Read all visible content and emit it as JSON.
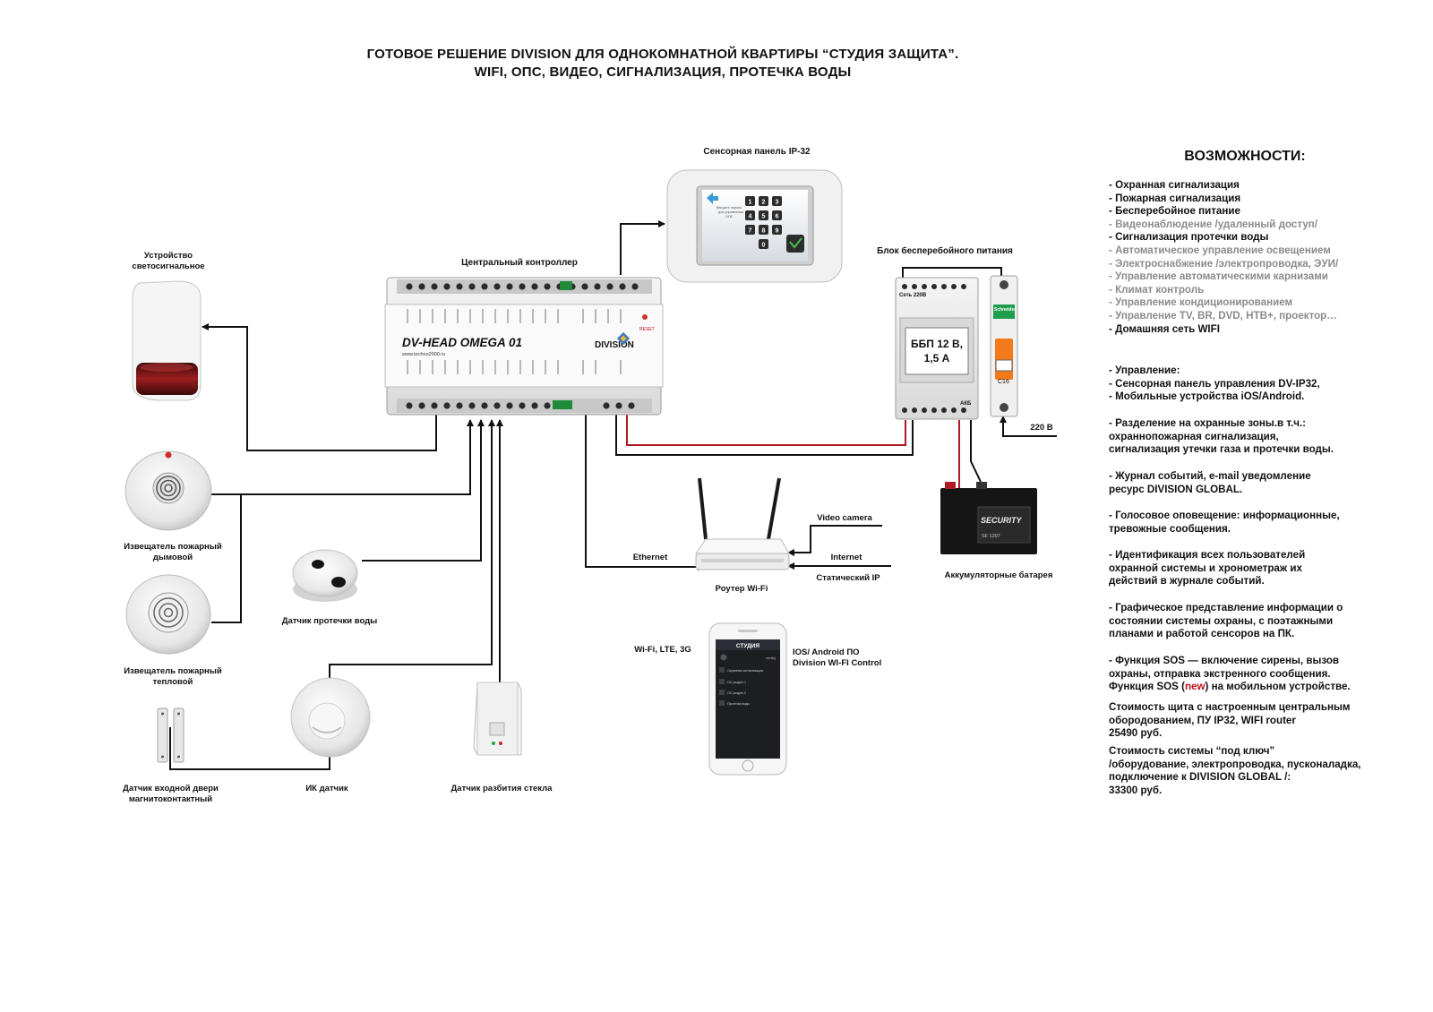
{
  "title": {
    "line1": "ГОТОВОЕ РЕШЕНИЕ DIVISION ДЛЯ ОДНОКОМНАТНОЙ КВАРТИРЫ   “СТУДИЯ ЗАЩИТА”.",
    "line2": "WIFI, ОПС, ВИДЕО, СИГНАЛИЗАЦИЯ, ПРОТЕЧКА ВОДЫ"
  },
  "devices": {
    "touch_panel": "Сенсорная панель IP-32",
    "controller": "Центральный контроллер",
    "ups": "Блок бесперебойного питания",
    "siren_l1": "Устройство",
    "siren_l2": "светосигнальное",
    "smoke_l1": "Извещатель пожарный",
    "smoke_l2": "дымовой",
    "heat_l1": "Извещатель пожарный",
    "heat_l2": "тепловой",
    "water": "Датчик протечки воды",
    "door_l1": "Датчик входной двери",
    "door_l2": "магнитоконтактный",
    "ir": "ИК датчик",
    "glass": "Датчик разбития стекла",
    "router": "Роутер Wi-Fi",
    "battery": "Аккумуляторные батарея"
  },
  "connections": {
    "ethernet": "Ethernet",
    "video_camera": "Video camera",
    "internet": "Internet",
    "static_ip": "Статический IP",
    "mains": "220 В",
    "wifi": "Wi-Fi, LTE, 3G",
    "app_l1": "IOS/ Android          ПО",
    "app_l2": "Division WI-FI Control"
  },
  "controller_face": {
    "model": "DV-HEAD OMEGA 01",
    "url": "www.techno2000.ru",
    "brand": "DIVISION",
    "reset": "RESET"
  },
  "ups_face": {
    "lcd_l1": "ББП 12 В,",
    "lcd_l2": "1,5 А",
    "net": "Сеть 220В",
    "akb": "АКБ",
    "breaker_brand": "Schneider",
    "breaker_rating": "C16"
  },
  "battery_face": {
    "brand": "SECURITY",
    "model": "SF 1207"
  },
  "touch_screen": {
    "hint": "Введите пароль для управления ОПС",
    "keys": [
      "1",
      "2",
      "3",
      "4",
      "5",
      "6",
      "7",
      "8",
      "9",
      "0"
    ]
  },
  "phone_app": {
    "title": "СТУДИЯ",
    "config": "config",
    "items": [
      "Охранная сигнализация",
      "ОС раздел 1",
      "ОС раздел 2",
      "Протечка воды"
    ]
  },
  "features_title": "ВОЗМОЖНОСТИ:",
  "features": [
    {
      "text": "- Охранная сигнализация",
      "active": true
    },
    {
      "text": "- Пожарная сигнализация",
      "active": true
    },
    {
      "text": "- Бесперебойное питание",
      "active": true
    },
    {
      "text": "- Видеонаблюдение /удаленный доступ/",
      "active": false
    },
    {
      "text": "- Сигнализация протечки воды",
      "active": true
    },
    {
      "text": "- Автоматическое управление освещением",
      "active": false
    },
    {
      "text": "- Электроснабжение /электропроводка, ЭУИ/",
      "active": false
    },
    {
      "text": "- Управление автоматическими карнизами",
      "active": false
    },
    {
      "text": "- Климат контроль",
      "active": false
    },
    {
      "text": "- Управление кондиционированием",
      "active": false
    },
    {
      "text": "- Управление TV, BR,  DVD, НТВ+, проектор…",
      "active": false
    },
    {
      "text": "- Домашняя сеть  WIFI",
      "active": true
    }
  ],
  "control": {
    "l1": "- Управление:",
    "l2": "- Сенсорная панель управления DV-IP32,",
    "l3": "- Мобильные устройства iOS/Android."
  },
  "zones": {
    "l1": "- Разделение на охранные зоны.в т.ч.:",
    "l2": "охраннопожарная сигнализация,",
    "l3": "сигнализация утечки газа и протечки воды."
  },
  "journal": {
    "l1": "- Журнал событий, e-mail уведомление",
    "l2": "ресурс DIVISION GLOBAL."
  },
  "voice": {
    "l1": "- Голосовое оповещение: информационные,",
    "l2": "тревожные сообщения."
  },
  "ident": {
    "l1": "- Идентификация всех пользователей",
    "l2": "охранной системы и хронометраж их",
    "l3": "действий в журнале событий."
  },
  "graph": {
    "l1": "- Графическое представление информации о",
    "l2": "состоянии системы охраны, с поэтажными",
    "l3": "планами и работой сенсоров на ПК."
  },
  "sos": {
    "l1": "- Функция SOS — включение сирены, вызов",
    "l2": "охраны, отправка экстренного сообщения.",
    "l3_pre": "Функция SOS (",
    "l3_new": "new",
    "l3_post": ") на мобильном устройстве."
  },
  "price1": {
    "l1": "Стоимость щита с настроенным центральным",
    "l2": "обородованием, ПУ IP32, WIFI router",
    "l3": "25490 руб."
  },
  "price2": {
    "l1": "Стоимость системы “под ключ”",
    "l2": "/оборудование, электропроводка, пусконаладка,",
    "l3": "подключение к  DIVISION GLOBAL /:",
    "l4": "33300 руб."
  }
}
